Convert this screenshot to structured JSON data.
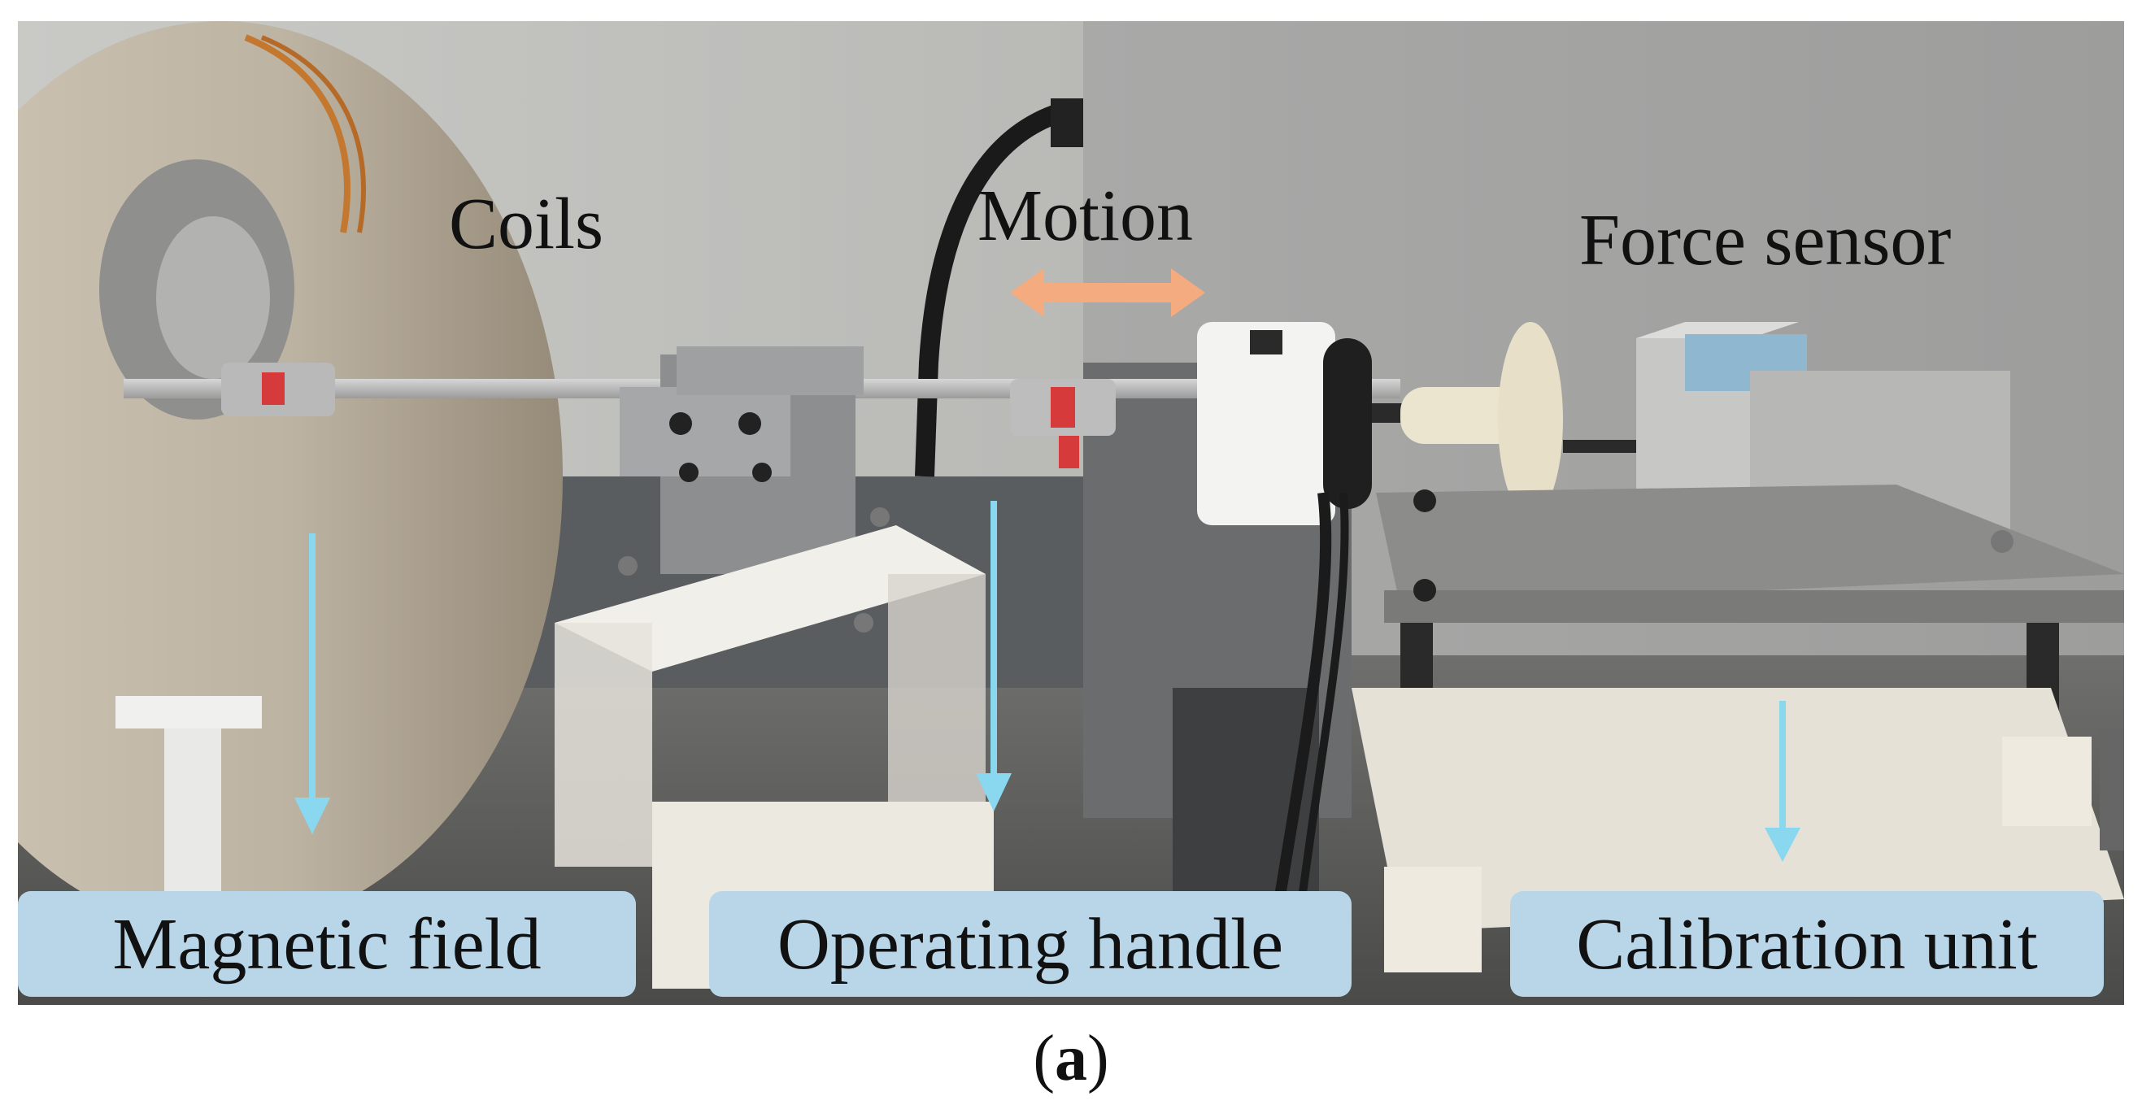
{
  "labels": {
    "coils": "Coils",
    "motion": "Motion",
    "force_sensor": "Force sensor",
    "magnetic_field": "Magnetic field",
    "operating_handle": "Operating handle",
    "calibration_unit": "Calibration unit"
  },
  "caption": {
    "open": "(",
    "letter": "a",
    "close": ")"
  },
  "colors": {
    "label_box": "#b9d6e9",
    "arrow_down": "#8ad7f0",
    "arrow_motion": "#f4ab80"
  }
}
